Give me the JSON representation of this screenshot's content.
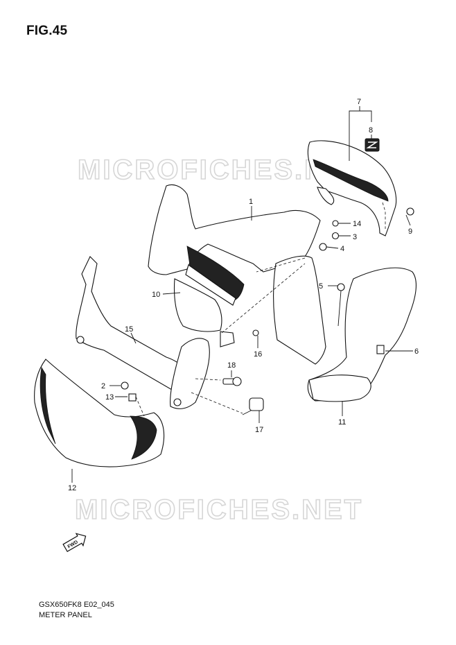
{
  "figure": {
    "title": "FIG.45",
    "code": "GSX650FK8 E02_045",
    "name": "METER PANEL"
  },
  "watermark": "MICROFICHES.NET",
  "fwd_badge": "FWD",
  "callouts": [
    "1",
    "2",
    "3",
    "4",
    "5",
    "6",
    "7",
    "8",
    "9",
    "10",
    "11",
    "12",
    "13",
    "14",
    "15",
    "16",
    "17",
    "18"
  ]
}
